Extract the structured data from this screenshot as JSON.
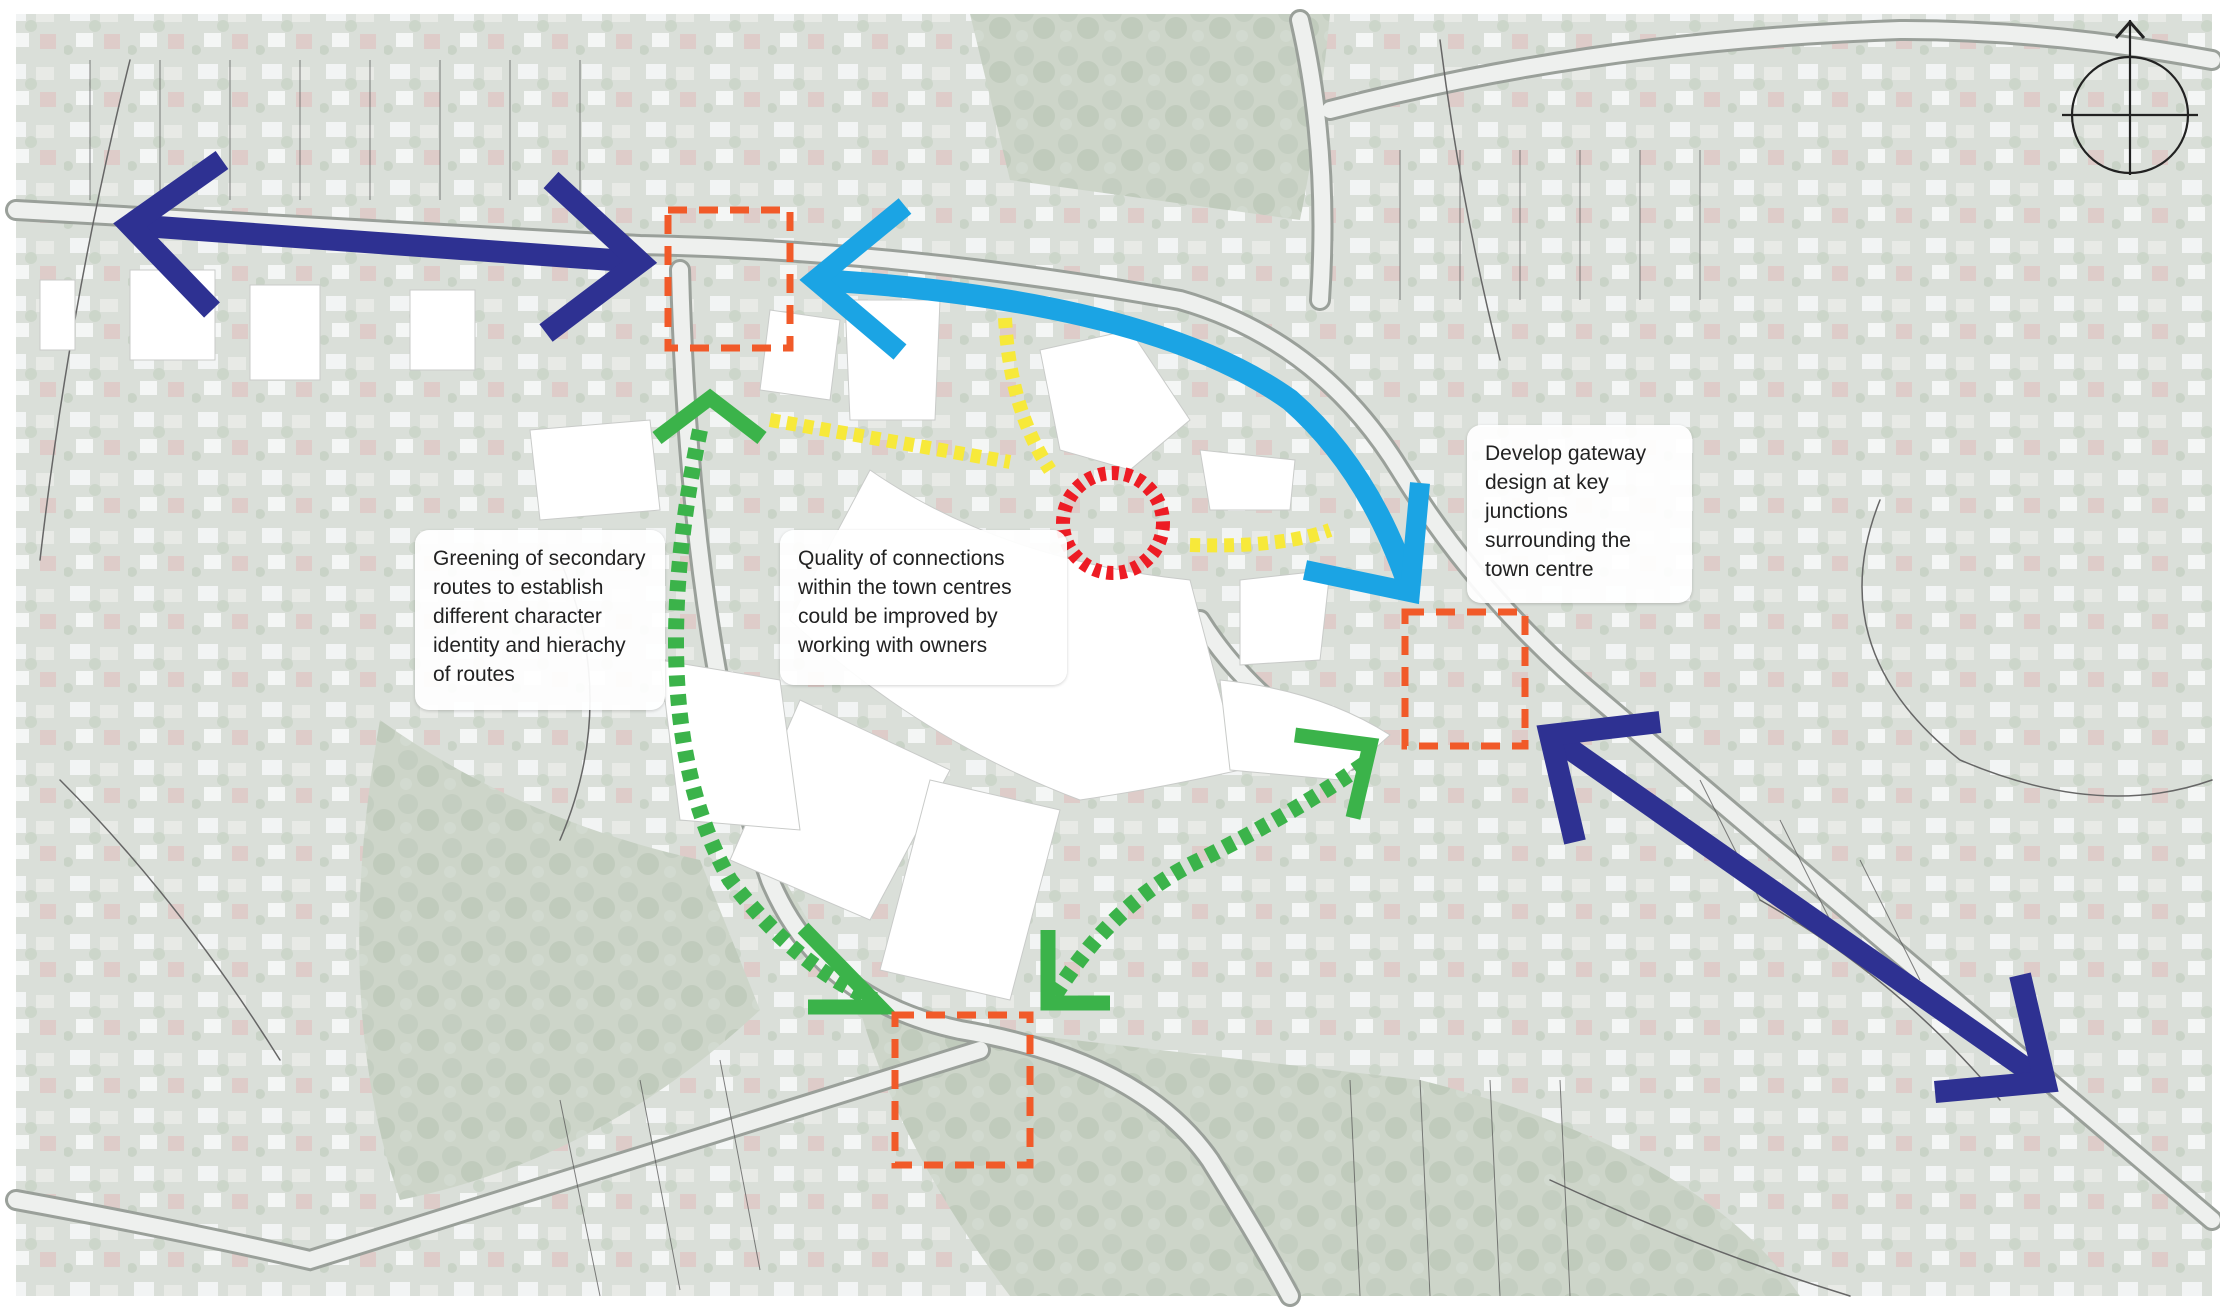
{
  "map": {
    "compass": {
      "icon": "north-arrow-icon"
    },
    "annotations": [
      {
        "id": "greening",
        "text": "Greening of secondary\nroutes to establish\ndifferent character\nidentity and hierachy\nof routes"
      },
      {
        "id": "quality",
        "text": "Quality of connections\nwithin the town centres\ncould be improved by\nworking with owners"
      },
      {
        "id": "gateway",
        "text": "Develop gateway\ndesign at key\njunctions\nsurrounding the\ntown centre"
      }
    ],
    "colors": {
      "primary_route_arrow": "#2e3192",
      "internal_link_arrow": "#1ba4e4",
      "green_route": "#3bb34a",
      "gateway_junction": "#f15a29",
      "central_node": "#ed1c24",
      "pedestrian_link": "#f7e93a"
    }
  }
}
